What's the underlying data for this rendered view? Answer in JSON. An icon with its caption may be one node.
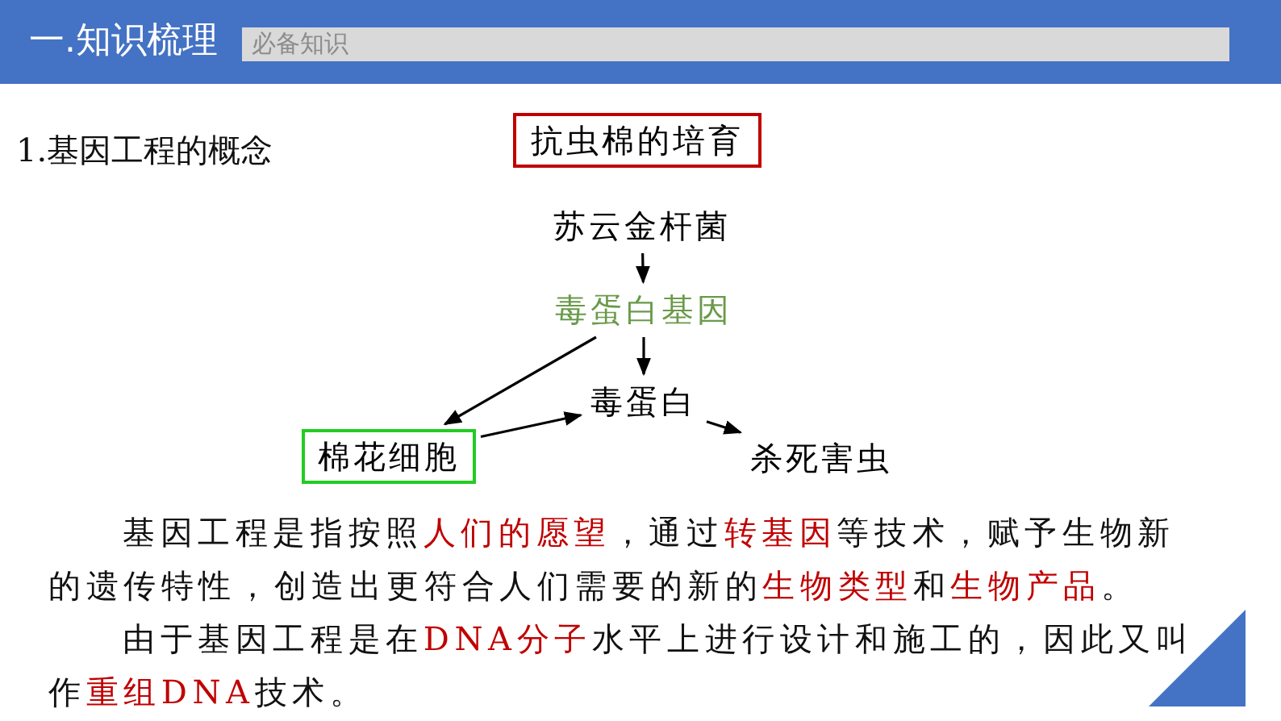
{
  "diagram": {
    "title": "一.知识梳理",
    "nodes": [
      {
        "text": [
          "抗虫棉的培育"
        ]
      },
      {
        "text": [
          "苏云金杆菌"
        ]
      },
      {
        "text": [
          "毒蛋白基因"
        ]
      },
      {
        "text": [
          "毒蛋白"
        ]
      },
      {
        "text": [
          "棉花细胞"
        ]
      },
      {
        "text": [
          "杀死害虫"
        ]
      }
    ],
    "edges": [
      {
        "from": 1,
        "to": 2,
        "arrow": "to"
      },
      {
        "from": 2,
        "to": 3,
        "arrow": "to"
      },
      {
        "from": 2,
        "to": 4,
        "arrow": "to"
      },
      {
        "from": 4,
        "to": 3,
        "arrow": "to"
      },
      {
        "from": 3,
        "to": 5,
        "arrow": "to"
      }
    ],
    "labels": [
      "必备知识",
      "1.基因工程的概念",
      "基因工程是指按照**人们的愿望**，通过**转基因**等技术，赋予生物新的遗传特性，创造出更符合人们需要的新的**生物类型**和**生物产品**。",
      "由于基因工程是在**DNA分子**水平上进行设计和施工的，因此又叫作**重组DNA**技术。"
    ]
  }
}
